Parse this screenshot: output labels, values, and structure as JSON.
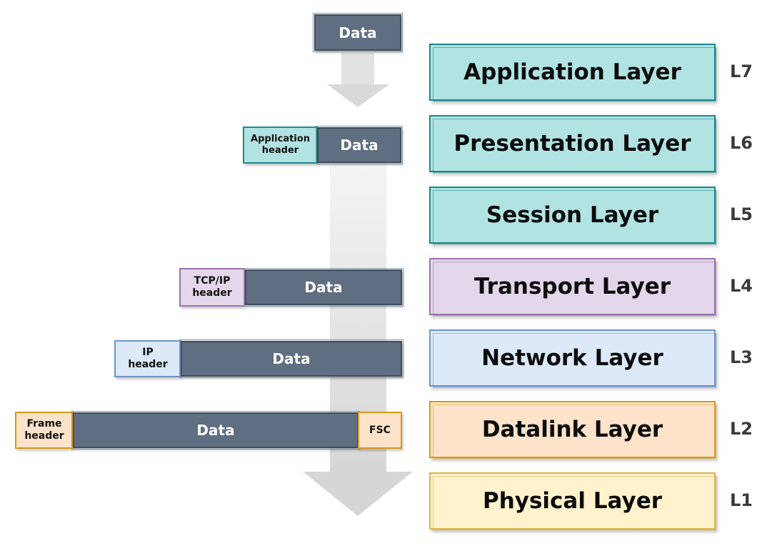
{
  "colors": {
    "data": "#5f6e80",
    "teal_fill": "#b2e3e3",
    "teal_border": "#1a8a8a",
    "purple_fill": "#e3d6ea",
    "purple_border": "#9a72b0",
    "blue_fill": "#dce9f8",
    "blue_border": "#6e93c8",
    "orange_fill": "#fde3c9",
    "orange_border": "#d79a1c",
    "yellow_fill": "#fff2cc",
    "yellow_border": "#d8b646",
    "arrow": "#d9d9d9"
  },
  "layers": [
    {
      "name": "Application Layer",
      "level": "L7"
    },
    {
      "name": "Presentation Layer",
      "level": "L6"
    },
    {
      "name": "Session Layer",
      "level": "L5"
    },
    {
      "name": "Transport Layer",
      "level": "L4"
    },
    {
      "name": "Network Layer",
      "level": "L3"
    },
    {
      "name": "Datalink Layer",
      "level": "L2"
    },
    {
      "name": "Physical Layer",
      "level": "L1"
    }
  ],
  "packets": {
    "app_data": "Data",
    "pres_header": "Application\nheader",
    "pres_data": "Data",
    "transport_header": "TCP/IP\nheader",
    "transport_data": "Data",
    "network_header": "IP\nheader",
    "network_data": "Data",
    "frame_header": "Frame\nheader",
    "frame_data": "Data",
    "frame_trailer": "FSC"
  }
}
